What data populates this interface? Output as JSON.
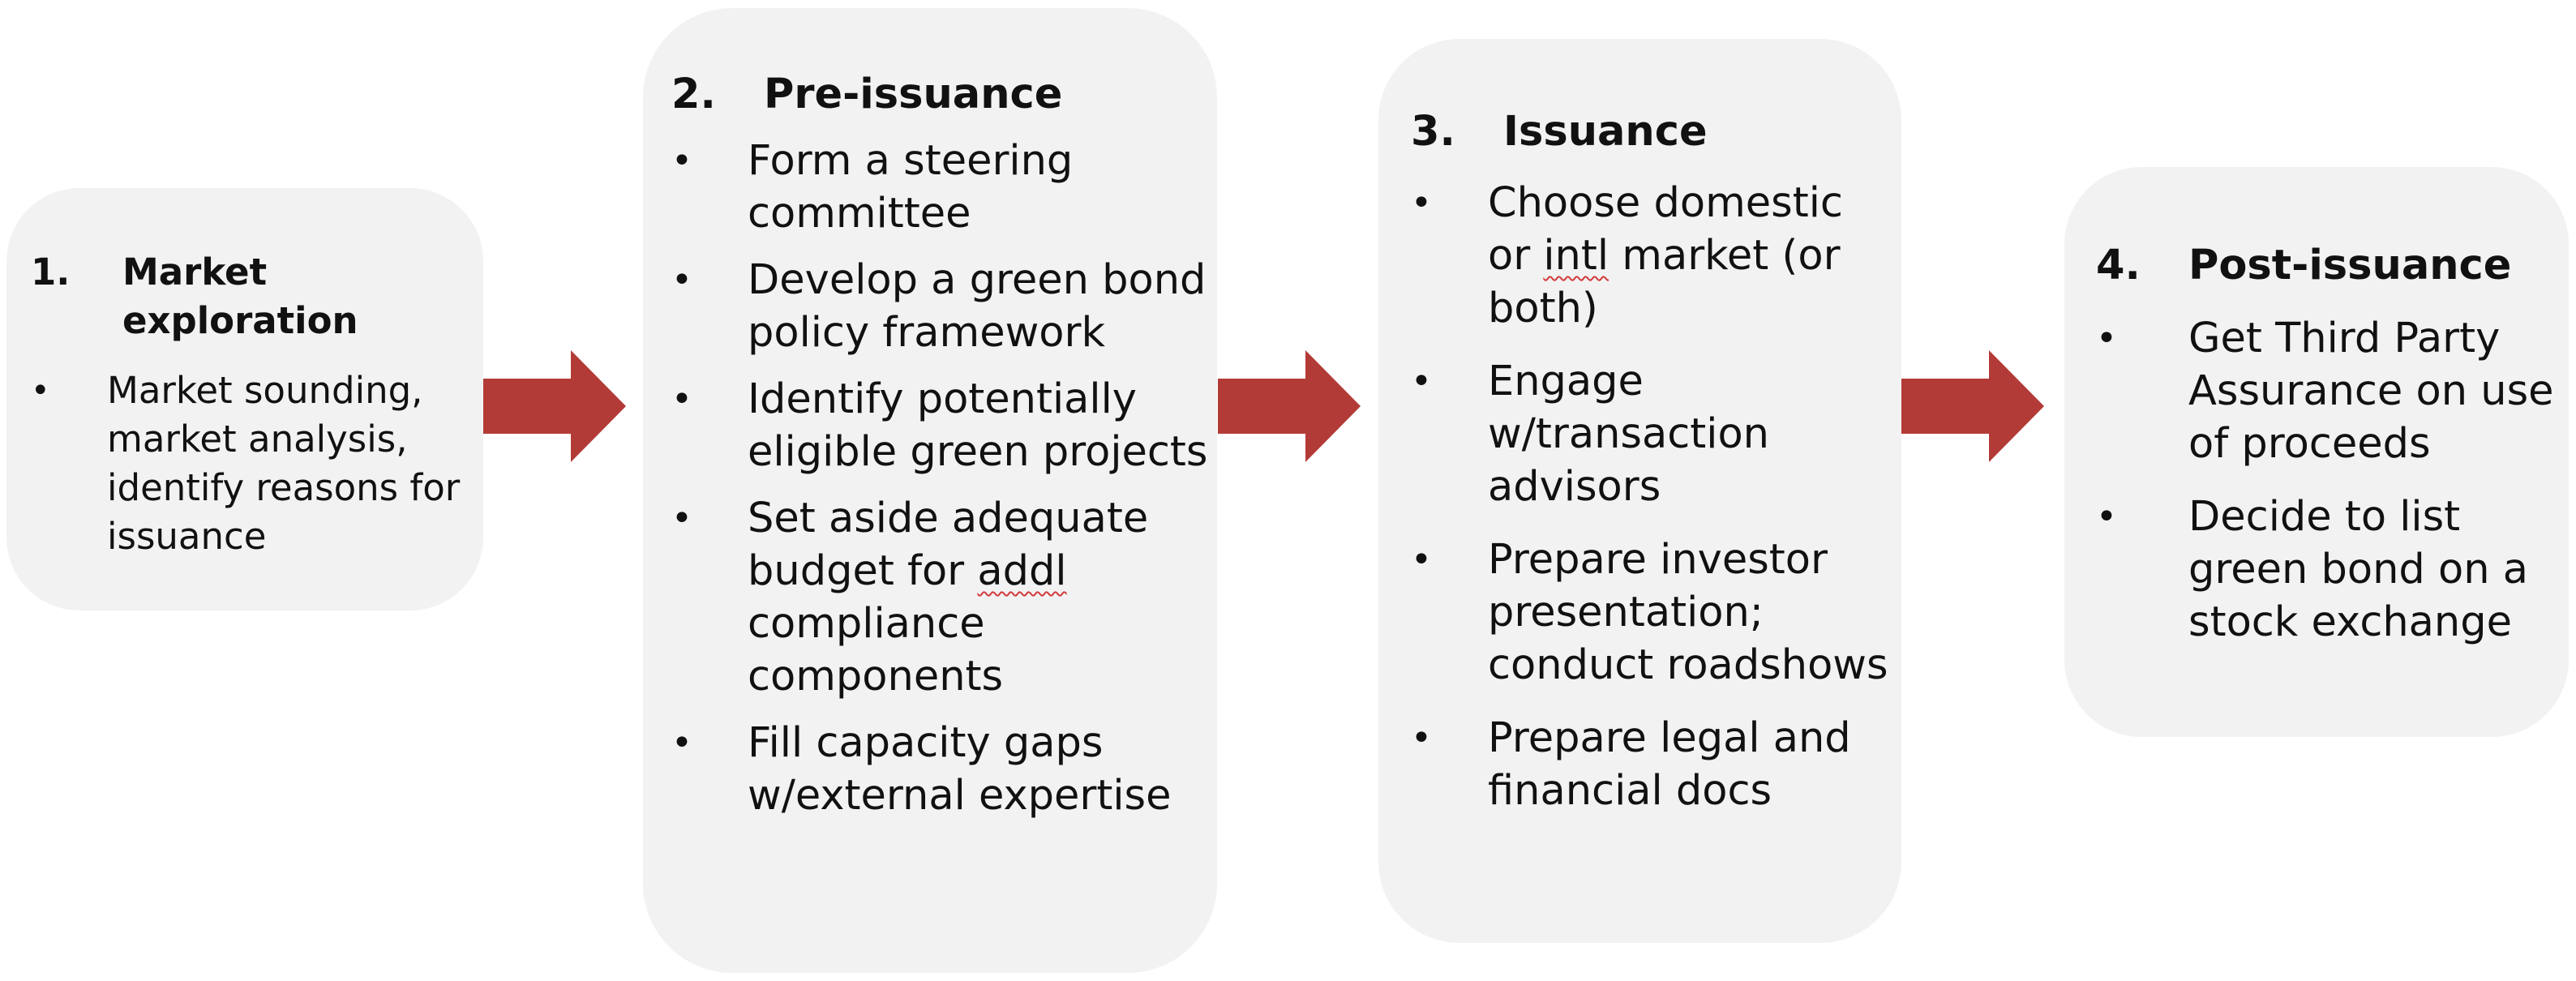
{
  "colors": {
    "box_fill": "#f2f2f2",
    "arrow": "#b33b37",
    "text": "#111111",
    "spellcheck_underline": "#d23b3b"
  },
  "stages": [
    {
      "number": "1.",
      "title": "Market exploration",
      "bullet": "•",
      "items": [
        "Market sounding, market analysis, identify reasons for issuance"
      ]
    },
    {
      "number": "2.",
      "title": "Pre-issuance",
      "bullet": "•",
      "items": [
        "Form a steering committee",
        "Develop a green bond policy framework",
        "Identify potentially eligible green projects",
        "Set aside adequate budget for addl compliance components",
        "Fill capacity gaps w/external expertise"
      ]
    },
    {
      "number": "3.",
      "title": "Issuance",
      "bullet": "•",
      "items": [
        "Choose domestic or intl market (or both)",
        "Engage w/transaction advisors",
        "Prepare investor presentation; conduct roadshows",
        "Prepare legal and financial docs"
      ]
    },
    {
      "number": "4.",
      "title": "Post-issuance",
      "bullet": "•",
      "items": [
        "Get Third Party Assurance on use of proceeds",
        "Decide to list green bond on a stock exchange"
      ]
    }
  ],
  "arrows": [
    {
      "name": "arrow-icon",
      "direction": "right"
    },
    {
      "name": "arrow-icon",
      "direction": "right"
    },
    {
      "name": "arrow-icon",
      "direction": "right"
    }
  ]
}
